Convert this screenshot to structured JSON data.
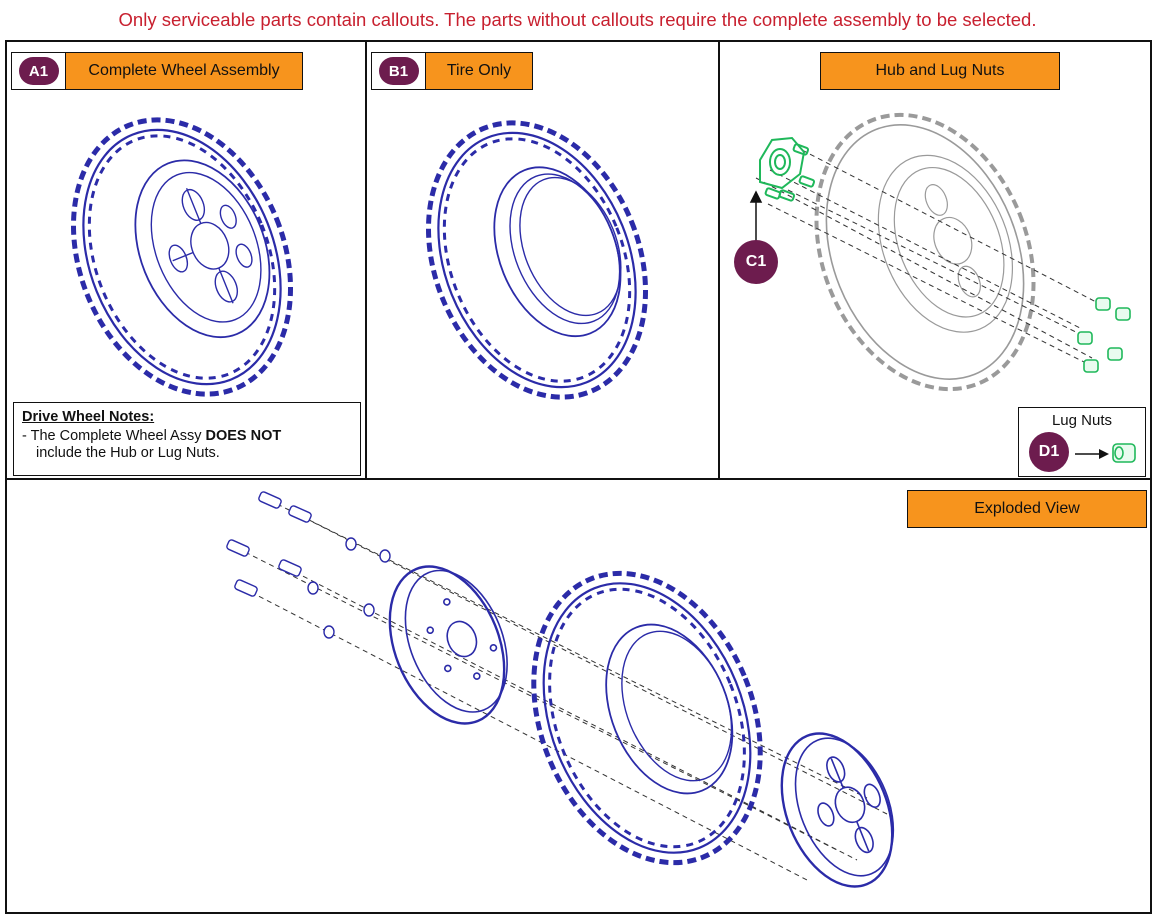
{
  "top_note": "Only serviceable parts contain callouts. The parts without callouts require the complete assembly to be selected.",
  "panels": {
    "complete_wheel": {
      "callout": "A1",
      "label": "Complete Wheel Assembly"
    },
    "tire_only": {
      "callout": "B1",
      "label": "Tire Only"
    },
    "hub_lug_nuts": {
      "label": "Hub and Lug Nuts",
      "hub_callout": "C1",
      "lug_box_title": "Lug Nuts",
      "lug_callout": "D1"
    },
    "exploded": {
      "label": "Exploded View"
    }
  },
  "notes": {
    "title": "Drive Wheel Notes:",
    "line1_prefix": "- The Complete Wheel Assy ",
    "line1_bold": "DOES NOT",
    "line2": "include the Hub or Lug Nuts."
  },
  "colors": {
    "note_red": "#c8202f",
    "badge_purple": "#6d1c4e",
    "label_orange": "#f7941d",
    "line_blue": "#2b2ba8",
    "hub_green": "#1fb85a",
    "ghost_gray": "#9a9a9a"
  }
}
